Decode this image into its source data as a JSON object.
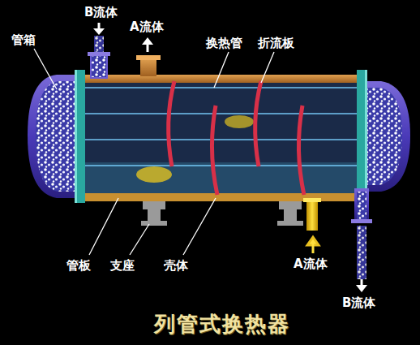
{
  "diagram": {
    "caption": "列管式换热器",
    "labels": [
      "B流体",
      "A流体",
      "管箱",
      "换热管",
      "折流板",
      "管板",
      "支座",
      "壳体",
      "A流体",
      "B流体"
    ]
  }
}
